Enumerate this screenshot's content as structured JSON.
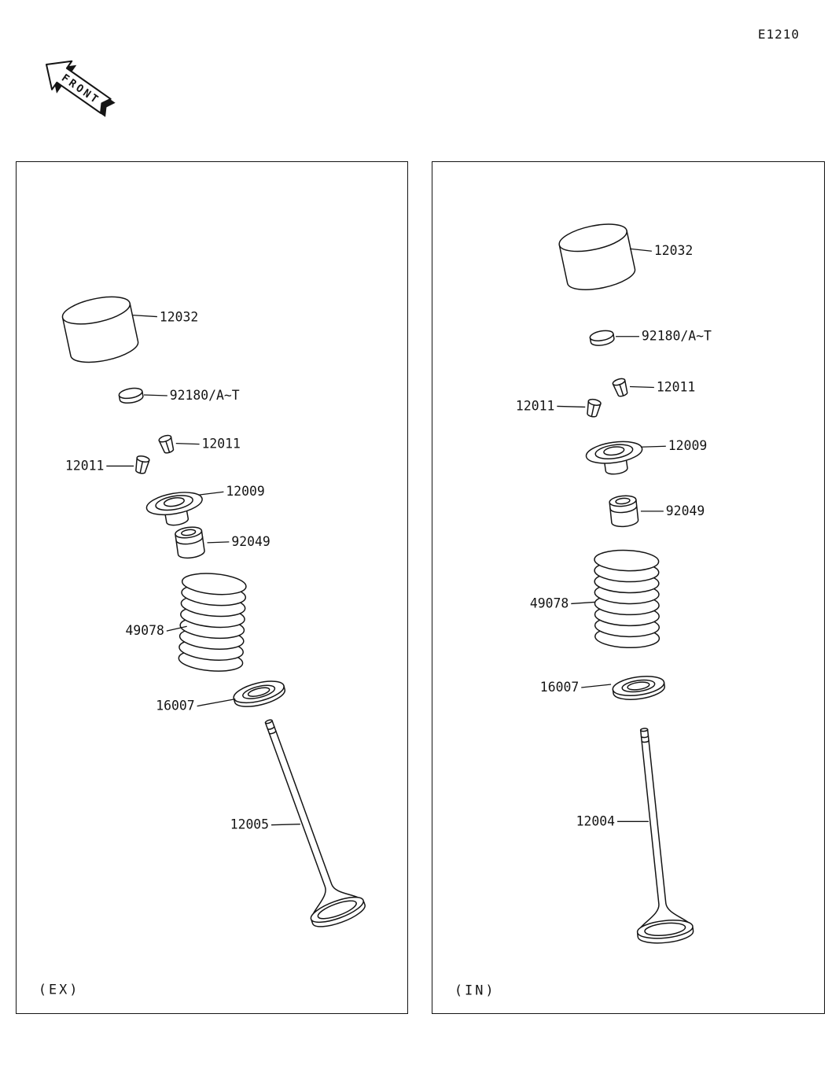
{
  "page": {
    "doc_code": "E1210",
    "front_arrow_label": "FRONT"
  },
  "panels": [
    {
      "id": "ex",
      "caption": "(EX)",
      "parts": {
        "tappet": "12032",
        "shim": "92180/A~T",
        "keeper_a": "12011",
        "keeper_b": "12011",
        "spring_retainer": "12009",
        "valve_seal": "92049",
        "valve_spring": "49078",
        "spring_seat": "16007",
        "valve": "12005"
      }
    },
    {
      "id": "in",
      "caption": "(IN)",
      "parts": {
        "tappet": "12032",
        "shim": "92180/A~T",
        "keeper_a": "12011",
        "keeper_b": "12011",
        "spring_retainer": "12009",
        "valve_seal": "92049",
        "valve_spring": "49078",
        "spring_seat": "16007",
        "valve": "12004"
      }
    }
  ]
}
